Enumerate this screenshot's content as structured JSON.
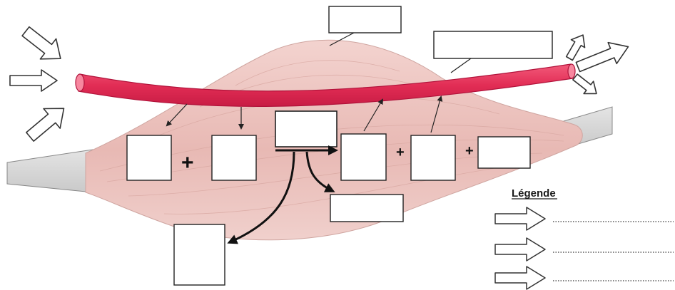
{
  "diagram": {
    "legend": {
      "title": "Légende",
      "entries": [
        {
          "arrow": "outline-arrow-icon",
          "label": ""
        },
        {
          "arrow": "outline-arrow-icon",
          "label": ""
        },
        {
          "arrow": "outline-arrow-icon",
          "label": ""
        }
      ]
    },
    "operators": [
      "+",
      "+",
      "+"
    ],
    "blank_boxes": [
      "box-muscle-label",
      "box-vessel-label",
      "box-input-1",
      "box-input-2",
      "box-reaction",
      "box-product-1",
      "box-product-2",
      "box-product-3",
      "box-byproduct",
      "box-energy"
    ],
    "colors": {
      "vessel": "#e8305a",
      "muscle": "#ecc4c0",
      "tendon": "#d9d9d9",
      "outline": "#333333"
    }
  }
}
